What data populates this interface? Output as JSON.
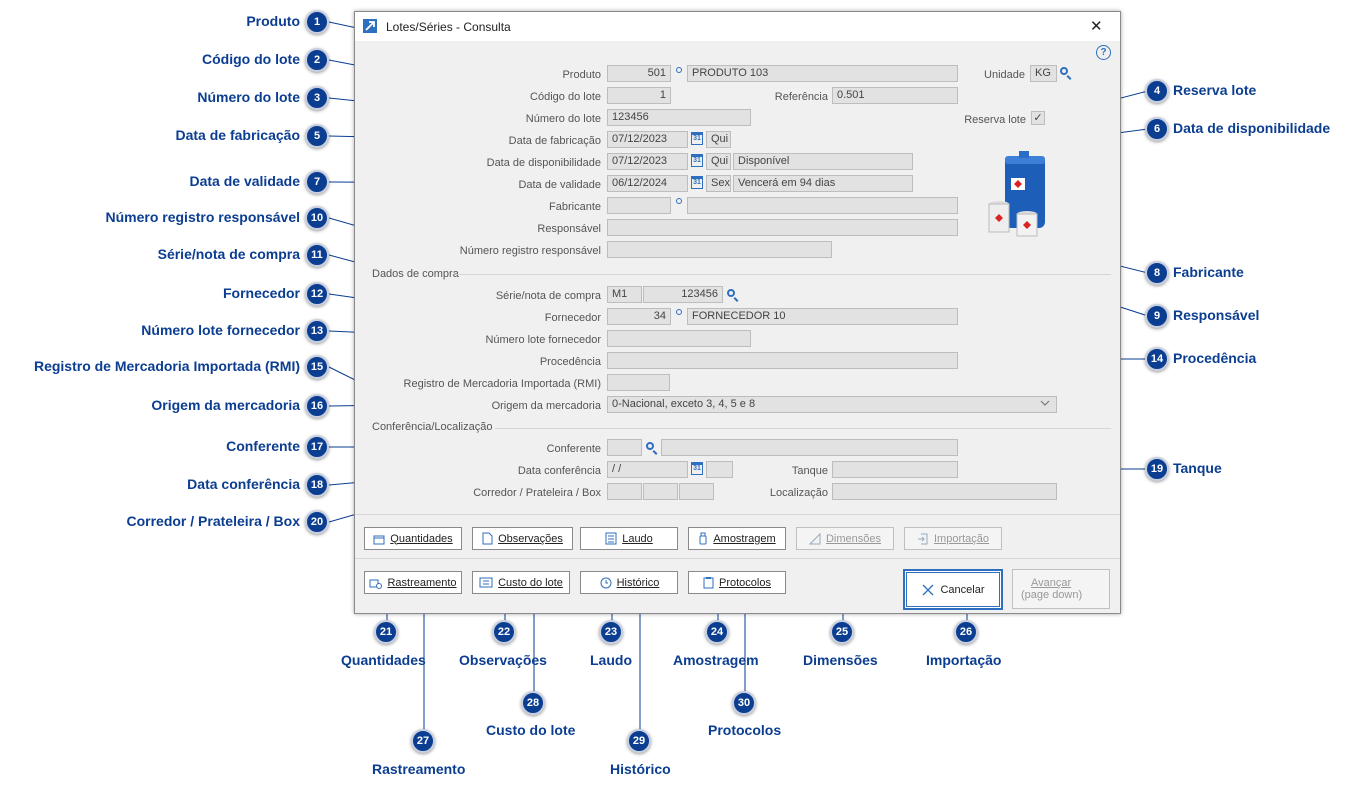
{
  "window": {
    "title": "Lotes/Séries - Consulta",
    "close_glyph": "✕",
    "help_glyph": "?"
  },
  "fields": {
    "produto": {
      "label": "Produto",
      "code": "501",
      "name": "PRODUTO 103"
    },
    "unidade": {
      "label": "Unidade",
      "value": "KG"
    },
    "codigo_lote": {
      "label": "Código do lote",
      "value": "1"
    },
    "referencia": {
      "label": "Referência",
      "value": "0.501"
    },
    "numero_lote": {
      "label": "Número do lote",
      "value": "123456"
    },
    "reserva_lote": {
      "label": "Reserva lote",
      "checked": "✓"
    },
    "data_fabricacao": {
      "label": "Data de fabricação",
      "value": "07/12/2023",
      "weekday": "Qui"
    },
    "data_disponibilidade": {
      "label": "Data de disponibilidade",
      "value": "07/12/2023",
      "weekday": "Qui",
      "status": "Disponível"
    },
    "data_validade": {
      "label": "Data de validade",
      "value": "06/12/2024",
      "weekday": "Sex",
      "status": "Vencerá em 94 dias"
    },
    "fabricante": {
      "label": "Fabricante",
      "code": "",
      "name": ""
    },
    "responsavel": {
      "label": "Responsável",
      "value": ""
    },
    "numero_registro": {
      "label": "Número registro responsável",
      "value": ""
    },
    "dados_compra": {
      "label": "Dados de compra"
    },
    "serie_nota": {
      "label": "Série/nota de compra",
      "serie": "M1",
      "nota": "123456"
    },
    "fornecedor": {
      "label": "Fornecedor",
      "code": "34",
      "name": "FORNECEDOR 10"
    },
    "numero_lote_fornecedor": {
      "label": "Número lote fornecedor",
      "value": ""
    },
    "procedencia": {
      "label": "Procedência",
      "value": ""
    },
    "rmi": {
      "label": "Registro de Mercadoria Importada (RMI)",
      "value": ""
    },
    "origem": {
      "label": "Origem da mercadoria",
      "value": "0-Nacional, exceto 3, 4, 5 e 8"
    },
    "conferencia_secao": {
      "label": "Conferência/Localização"
    },
    "conferente": {
      "label": "Conferente",
      "code": "",
      "name": ""
    },
    "data_conferencia": {
      "label": "Data conferência",
      "value": " /  /",
      "weekday": ""
    },
    "tanque": {
      "label": "Tanque",
      "value": ""
    },
    "corredor": {
      "label": "Corredor / Prateleira / Box",
      "a": "",
      "b": "",
      "c": ""
    },
    "localizacao": {
      "label": "Localização",
      "value": ""
    }
  },
  "calendar_icon_text": "31",
  "buttons": {
    "quantidades": "Quantidades",
    "observacoes": "Observações",
    "laudo": "Laudo",
    "amostragem": "Amostragem",
    "dimensoes": "Dimensões",
    "importacao": "Importação",
    "rastreamento": "Rastreamento",
    "custo_lote": "Custo do lote",
    "historico": "Histórico",
    "protocolos": "Protocolos",
    "cancelar": "Cancelar",
    "avancar": "Avançar",
    "avancar_sub": "(page down)"
  },
  "callouts": [
    {
      "n": "1",
      "text": "Produto"
    },
    {
      "n": "2",
      "text": "Código do lote"
    },
    {
      "n": "3",
      "text": "Número do lote"
    },
    {
      "n": "4",
      "text": "Reserva lote"
    },
    {
      "n": "5",
      "text": "Data de fabricação"
    },
    {
      "n": "6",
      "text": "Data de disponibilidade"
    },
    {
      "n": "7",
      "text": "Data de validade"
    },
    {
      "n": "8",
      "text": "Fabricante"
    },
    {
      "n": "9",
      "text": "Responsável"
    },
    {
      "n": "10",
      "text": "Número registro responsável"
    },
    {
      "n": "11",
      "text": "Série/nota de compra"
    },
    {
      "n": "12",
      "text": "Fornecedor"
    },
    {
      "n": "13",
      "text": "Número lote fornecedor"
    },
    {
      "n": "14",
      "text": "Procedência"
    },
    {
      "n": "15",
      "text": "Registro de Mercadoria Importada (RMI)"
    },
    {
      "n": "16",
      "text": "Origem da mercadoria"
    },
    {
      "n": "17",
      "text": "Conferente"
    },
    {
      "n": "18",
      "text": "Data conferência"
    },
    {
      "n": "19",
      "text": "Tanque"
    },
    {
      "n": "20",
      "text": "Corredor / Prateleira / Box"
    },
    {
      "n": "21",
      "text": "Quantidades"
    },
    {
      "n": "22",
      "text": "Observações"
    },
    {
      "n": "23",
      "text": "Laudo"
    },
    {
      "n": "24",
      "text": "Amostragem"
    },
    {
      "n": "25",
      "text": "Dimensões"
    },
    {
      "n": "26",
      "text": "Importação"
    },
    {
      "n": "27",
      "text": "Rastreamento"
    },
    {
      "n": "28",
      "text": "Custo do lote"
    },
    {
      "n": "29",
      "text": "Histórico"
    },
    {
      "n": "30",
      "text": "Protocolos"
    }
  ],
  "colors": {
    "accent": "#0b3d91",
    "icon": "#2f6fbf",
    "field_bg": "#e2e2e2",
    "dialog_bg": "#f0f0f0"
  }
}
